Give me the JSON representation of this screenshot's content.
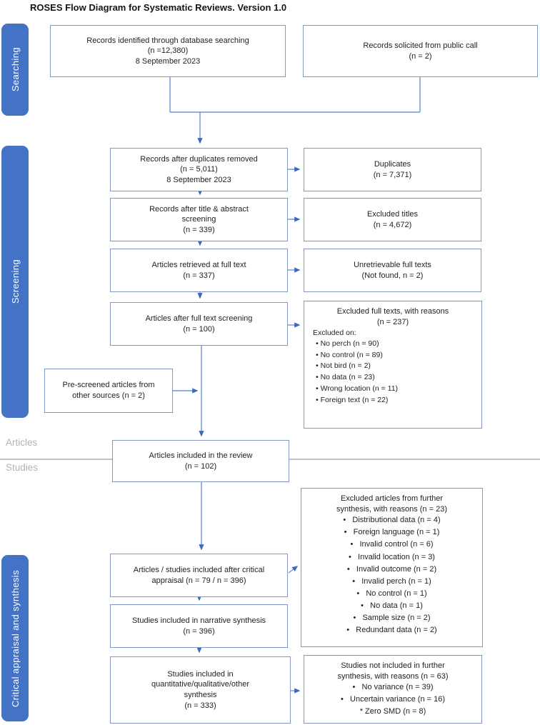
{
  "title": "ROSES Flow Diagram for Systematic Reviews. Version 1.0",
  "colors": {
    "tab_fill": "#4472C4",
    "box_border": "#8097C8",
    "connector_line": "#6F92D8",
    "arrowhead": "#3B68C5",
    "grey_divider": "#C2C2C2",
    "grey_label": "#B3B3B3"
  },
  "sidebar": {
    "tabs": [
      {
        "label": "Searching"
      },
      {
        "label": "Screening"
      },
      {
        "label": "Critical appraisal and synthesis"
      }
    ]
  },
  "dividers": {
    "articles_label": "Articles",
    "studies_label": "Studies"
  },
  "boxes": {
    "records_db": {
      "lines": [
        "Records identified through database searching",
        "(n =12,380)",
        "8 September 2023"
      ]
    },
    "records_public": {
      "lines": [
        "Records solicited from public call",
        "(n = 2)"
      ]
    },
    "after_duplicates": {
      "lines": [
        "Records after duplicates removed",
        "(n = 5,011)",
        "8 September 2023"
      ]
    },
    "duplicates": {
      "lines": [
        "Duplicates",
        "(n = 7,371)"
      ]
    },
    "title_abstract": {
      "lines": [
        "Records after title & abstract",
        "screening",
        "(n = 339)"
      ]
    },
    "excluded_titles": {
      "lines": [
        "Excluded titles",
        "(n = 4,672)"
      ]
    },
    "retrieved_fulltext": {
      "lines": [
        "Articles retrieved at full text",
        "(n = 337)"
      ]
    },
    "unretrievable": {
      "lines": [
        "Unretrievable full texts",
        "(Not found, n = 2)"
      ]
    },
    "fulltext_screening": {
      "lines": [
        "Articles after full text screening",
        "(n = 100)"
      ]
    },
    "excluded_fulltext": {
      "heading": [
        "Excluded full texts, with reasons",
        "(n = 237)"
      ],
      "intro": "Excluded on:",
      "items": [
        "No perch (n = 90)",
        "No control (n = 89)",
        "Not bird (n = 2)",
        "No data (n = 23)",
        "Wrong location (n = 11)",
        "Foreign text (n = 22)"
      ]
    },
    "prescreened": {
      "lines": [
        "Pre-screened articles from",
        "other sources (n = 2)"
      ]
    },
    "included_review": {
      "lines": [
        "Articles included in the review",
        "(n = 102)"
      ]
    },
    "critical_appraisal": {
      "lines": [
        "Articles / studies included after critical",
        "appraisal (n = 79 / n = 396)"
      ]
    },
    "excluded_articles": {
      "heading": [
        "Excluded articles from further",
        "synthesis, with reasons (n = 23)"
      ],
      "items": [
        "Distributional data (n = 4)",
        "Foreign language (n = 1)",
        "Invalid control (n = 6)",
        "Invalid location (n = 3)",
        "Invalid outcome (n = 2)",
        "Invalid perch (n = 1)",
        "No control (n = 1)",
        "No data (n = 1)",
        "Sample size (n = 2)",
        "Redundant data (n = 2)"
      ]
    },
    "narrative": {
      "lines": [
        "Studies included in narrative synthesis",
        "(n = 396)"
      ]
    },
    "quantitative": {
      "lines": [
        "Studies included in",
        "quantitative/qualitative/other",
        "synthesis",
        "(n = 333)"
      ]
    },
    "not_included": {
      "heading": [
        "Studies not included in further",
        "synthesis, with reasons (n = 63)"
      ],
      "items": [
        "No variance (n = 39)",
        "Uncertain variance (n = 16)"
      ],
      "footnote": "* Zero SMD (n = 8)"
    }
  }
}
